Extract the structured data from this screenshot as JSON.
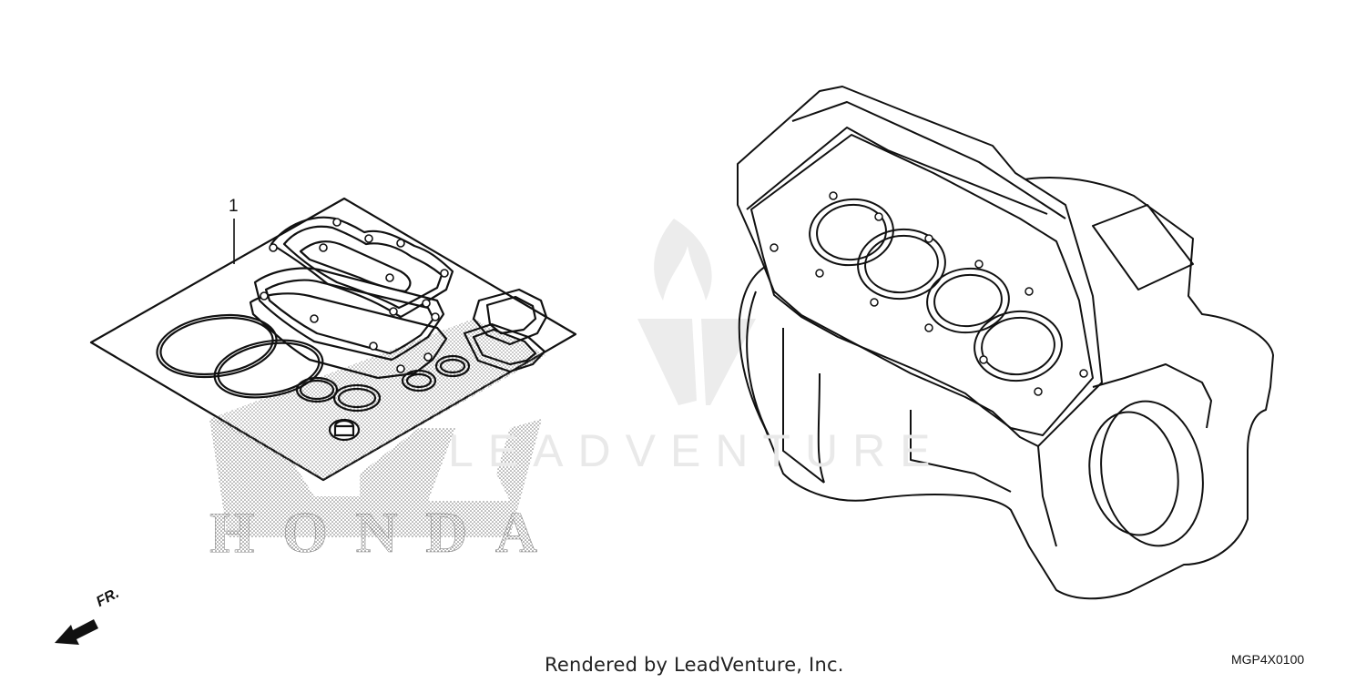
{
  "callout": {
    "part_number": "1"
  },
  "watermark": {
    "brand": "LEADVENTURE",
    "maker_logo": "HONDA"
  },
  "direction": {
    "label": "FR."
  },
  "footer": {
    "rendered_by": "Rendered by LeadVenture, Inc."
  },
  "diagram_code": "MGP4X0100",
  "icons": {
    "front_arrow": "arrow-icon"
  }
}
